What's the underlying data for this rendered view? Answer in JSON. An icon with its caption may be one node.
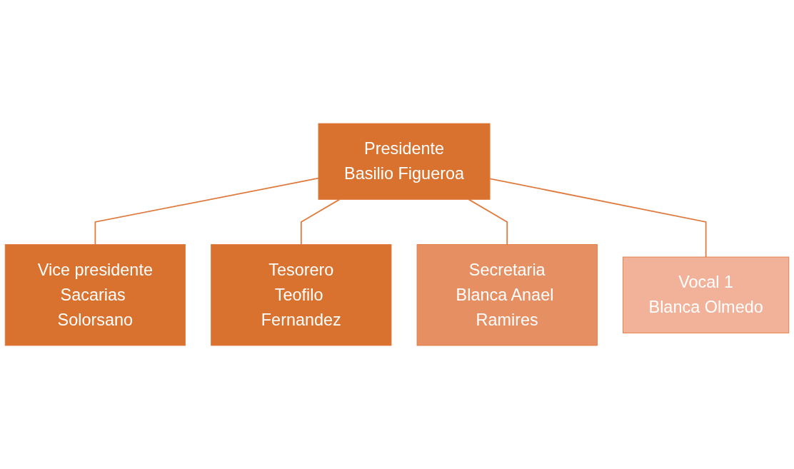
{
  "diagram": {
    "nodes": [
      {
        "text": [
          "Presidente",
          "Basilio Figueroa"
        ]
      },
      {
        "text": [
          "Vice presidente",
          "Sacarias Solorsano"
        ]
      },
      {
        "text": [
          "Tesorero",
          "Teofilo Fernandez"
        ]
      },
      {
        "text": [
          "Secretaria",
          "Blanca Anael Ramires"
        ]
      },
      {
        "text": [
          "Vocal 1",
          "Blanca Olmedo"
        ]
      }
    ],
    "edges": [
      {
        "from": 0,
        "to": 1,
        "arrow": "none"
      },
      {
        "from": 0,
        "to": 2,
        "arrow": "none"
      },
      {
        "from": 0,
        "to": 3,
        "arrow": "none"
      },
      {
        "from": 0,
        "to": 4,
        "arrow": "none"
      }
    ]
  }
}
